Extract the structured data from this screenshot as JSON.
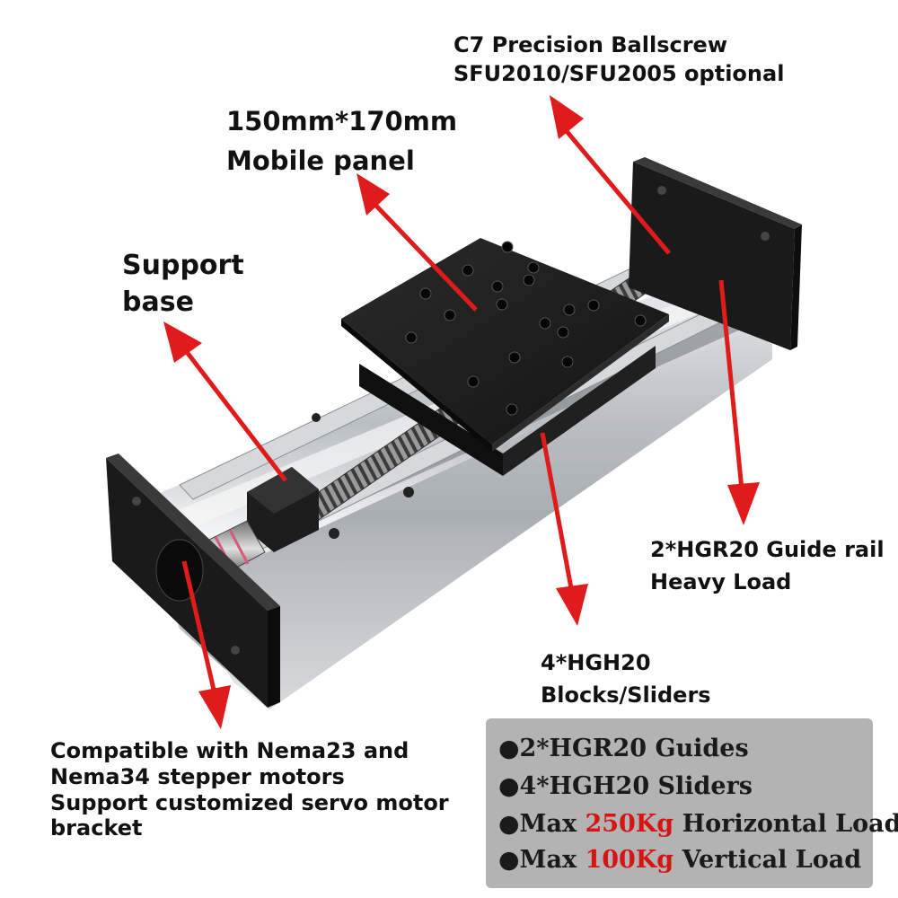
{
  "labels": {
    "ballscrew": [
      "C7 Precision Ballscrew",
      "SFU2010/SFU2005 optional"
    ],
    "mobile_panel": [
      "150mm*170mm",
      "Mobile panel"
    ],
    "support_base": [
      "Support",
      "base"
    ],
    "guide_rail": [
      "2*HGR20 Guide rail",
      "Heavy Load"
    ],
    "blocks": [
      "4*HGH20",
      "Blocks/Sliders"
    ],
    "compatibility": [
      "Compatible with Nema23 and",
      "Nema34 stepper motors",
      "Support customized servo motor",
      "bracket"
    ]
  },
  "specs": [
    {
      "before": "●2*HGR20 Guides",
      "highlight": "",
      "after": ""
    },
    {
      "before": "●4*HGH20 Sliders",
      "highlight": "",
      "after": ""
    },
    {
      "before": "●Max ",
      "highlight": "250Kg",
      "after": " Horizontal Load"
    },
    {
      "before": "●Max ",
      "highlight": "100Kg",
      "after": " Vertical Load"
    }
  ],
  "colors": {
    "arrow": "#e01b1b",
    "highlight": "#d61414",
    "spec_box": "#b3b3b3",
    "metal_dark": "#1c1c1c",
    "aluminum": "#c9cdd1"
  }
}
